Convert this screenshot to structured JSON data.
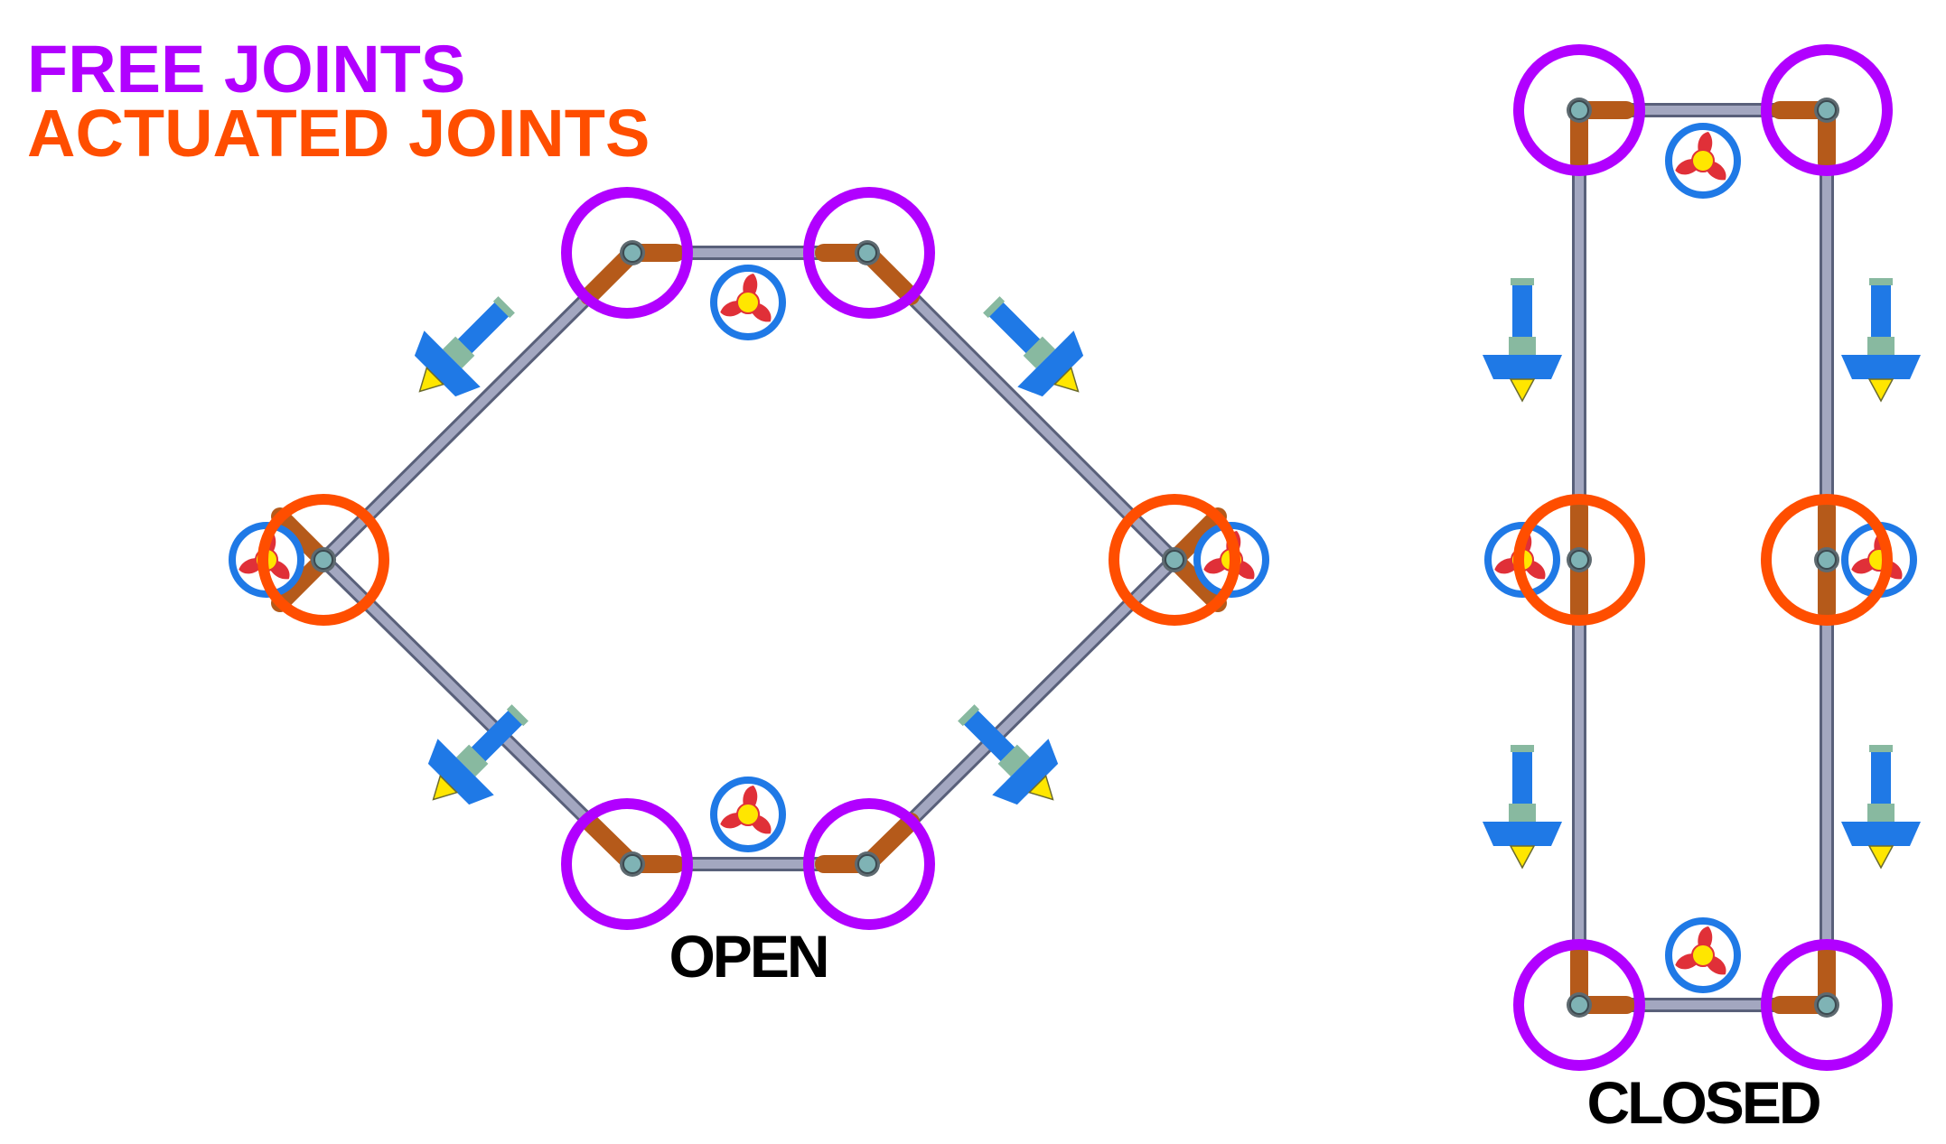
{
  "legend": {
    "free_joints": "FREE JOINTS",
    "actuated_joints": "ACTUATED JOINTS"
  },
  "captions": {
    "open": "OPEN",
    "closed": "CLOSED"
  },
  "colors": {
    "free_joint": "#b100ff",
    "actuated_joint": "#ff4e00",
    "rod": "#a3a7c0",
    "rod_edge": "#59607a",
    "bracket": "#b55a1a",
    "pin": "#7fb3b5",
    "fan_ring": "#1f79e6",
    "fan_blade": "#e03038",
    "fan_hub": "#ffe600",
    "thruster_body": "#1f79e6",
    "thruster_cap": "#88b9a0",
    "thruster_tip": "#ffe600",
    "text": "#000000"
  },
  "icons": {
    "free_joint_marker": "circle-outline-icon",
    "actuated_joint_marker": "circle-outline-icon",
    "propeller": "propeller-fan-icon",
    "thruster": "thruster-nozzle-icon"
  }
}
